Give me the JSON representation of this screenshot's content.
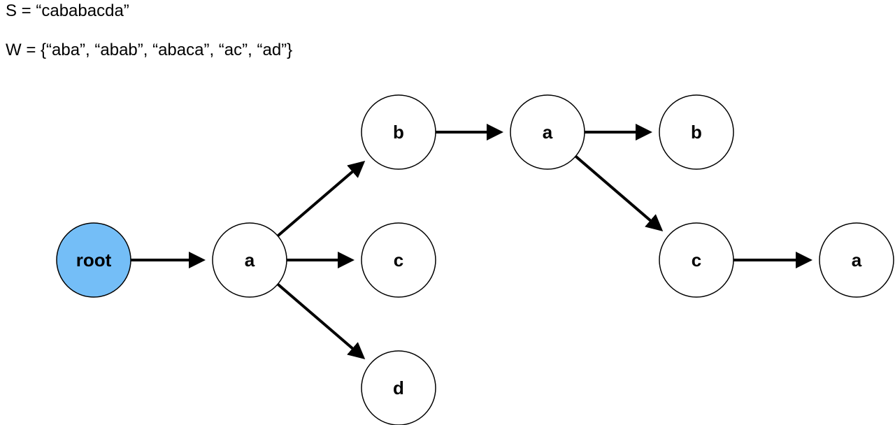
{
  "header": {
    "string_line": "S = “cababacda”",
    "words_line": "W = {“aba”, “abab”, “abaca”, “ac”, “ad”}"
  },
  "colors": {
    "root_fill": "#74bef7",
    "node_fill": "#ffffff",
    "stroke": "#000000"
  },
  "trie": {
    "nodes": [
      {
        "id": "root",
        "label": "root",
        "is_root": true
      },
      {
        "id": "n_a",
        "label": "a"
      },
      {
        "id": "n_ab",
        "label": "b"
      },
      {
        "id": "n_ac",
        "label": "c"
      },
      {
        "id": "n_ad",
        "label": "d"
      },
      {
        "id": "n_aba",
        "label": "a"
      },
      {
        "id": "n_abab",
        "label": "b"
      },
      {
        "id": "n_abac",
        "label": "c"
      },
      {
        "id": "n_abaca",
        "label": "a"
      }
    ],
    "edges": [
      {
        "from": "root",
        "to": "n_a"
      },
      {
        "from": "n_a",
        "to": "n_ab"
      },
      {
        "from": "n_a",
        "to": "n_ac"
      },
      {
        "from": "n_a",
        "to": "n_ad"
      },
      {
        "from": "n_ab",
        "to": "n_aba"
      },
      {
        "from": "n_aba",
        "to": "n_abab"
      },
      {
        "from": "n_aba",
        "to": "n_abac"
      },
      {
        "from": "n_abac",
        "to": "n_abaca"
      }
    ]
  }
}
